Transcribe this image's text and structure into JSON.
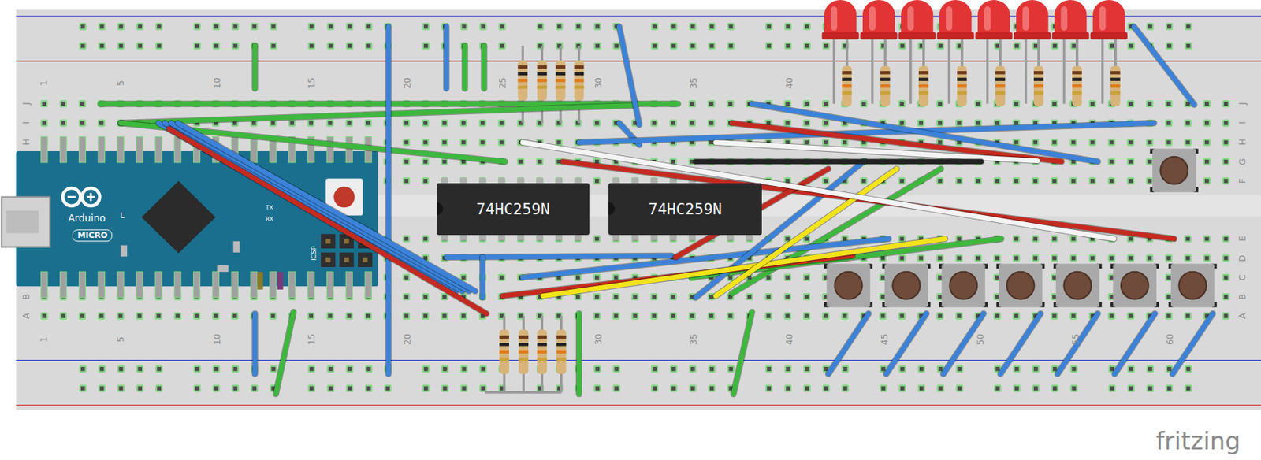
{
  "diagram": {
    "nodes": [
      {
        "text": [
          "Arduino",
          "MICRO"
        ]
      },
      {
        "text": [
          "74HC259N"
        ]
      },
      {
        "text": [
          "74HC259N"
        ]
      }
    ],
    "labels": [
      "1",
      "5",
      "10",
      "15",
      "20",
      "25",
      "30",
      "35",
      "40",
      "1",
      "5",
      "10",
      "15",
      "20",
      "30",
      "35",
      "40",
      "45",
      "50",
      "55",
      "60",
      "J",
      "I",
      "H",
      "B",
      "A",
      "J",
      "I",
      "H",
      "G",
      "F",
      "E",
      "D",
      "C",
      "B",
      "A",
      "L",
      "TX",
      "RX",
      "ICSP",
      "fritzing"
    ]
  }
}
